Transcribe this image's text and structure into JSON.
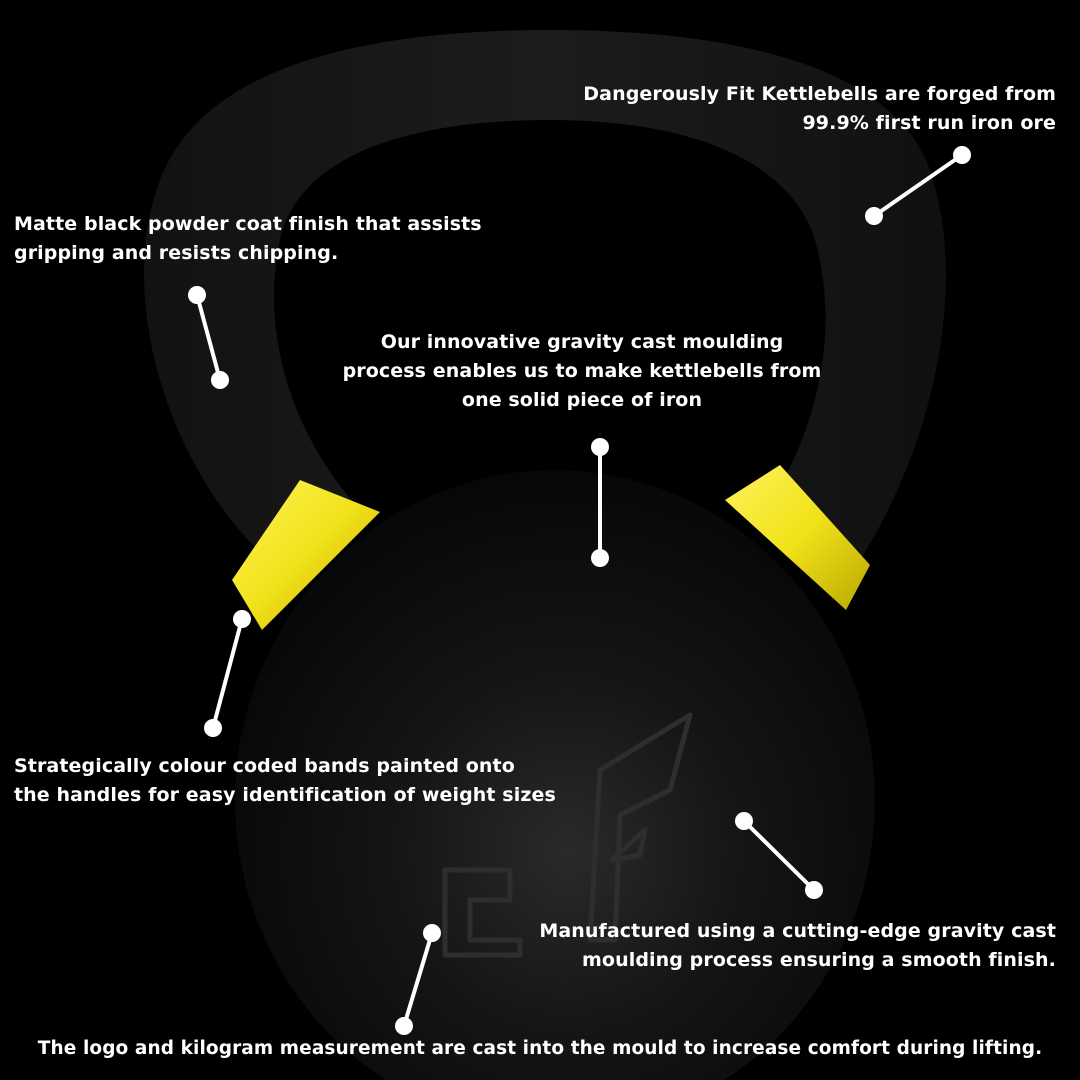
{
  "product_graphic": {
    "band_color": "#f2e21a",
    "body_color": "#0d0d0d",
    "background_color": "#000000",
    "logo_description": "embossed DF logo cast into kettlebell body"
  },
  "callouts": {
    "forged": {
      "line1": "Dangerously Fit Kettlebells are forged from",
      "line2": "99.9% first run iron ore"
    },
    "matte": {
      "line1": "Matte black powder coat finish that assists",
      "line2": "gripping and resists chipping."
    },
    "gravity": {
      "line1": "Our innovative gravity cast moulding",
      "line2": "process enables us to make kettlebells from",
      "line3": "one solid piece of iron"
    },
    "bands": {
      "line1": "Strategically colour coded bands painted onto",
      "line2": "the handles for easy identification of weight sizes"
    },
    "manufactured": {
      "line1": "Manufactured using a cutting-edge gravity cast",
      "line2": "moulding process ensuring a smooth finish."
    },
    "logo": {
      "line1": "The logo and kilogram measurement are cast into the mould to increase comfort during lifting."
    }
  }
}
